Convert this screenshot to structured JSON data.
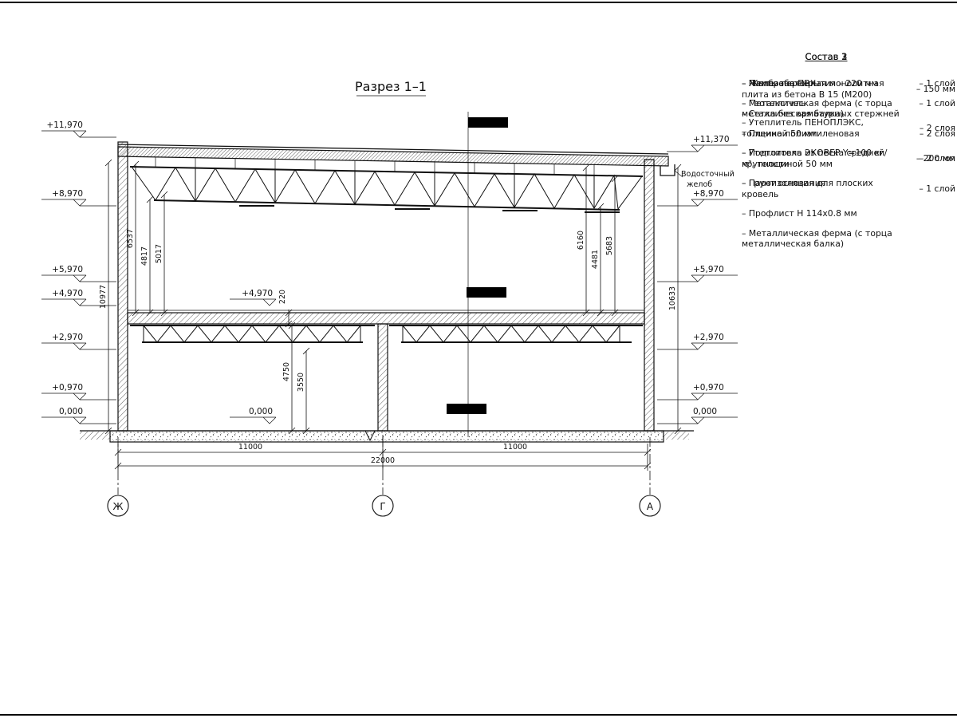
{
  "title": "Разрез 1–1",
  "drawing": {
    "elev_left": [
      "+11,970",
      "+8,970",
      "+5,970",
      "+4,970",
      "+2,970",
      "+0,970",
      "0,000"
    ],
    "elev_right": [
      "+11,370",
      "+8,970",
      "+5,970",
      "+2,970",
      "+0,970",
      "0,000"
    ],
    "inner_marks": {
      "upper": "+4,970",
      "lower": "0,000"
    },
    "gutter_line1": "Водосточный",
    "gutter_line2": "желоб",
    "dims_left": [
      "6537",
      "4817",
      "5017"
    ],
    "dims_right": [
      "6160",
      "4481",
      "5683"
    ],
    "dim_slab": "220",
    "dim_mid1": "4750",
    "dim_mid2": "3550",
    "dim_outer_left": "10977",
    "dim_outer_right": "10633",
    "dim_span_left": "11000",
    "dim_span_right": "11000",
    "dim_total": "22000",
    "axis_left": "Ж",
    "axis_mid": "Г",
    "axis_right": "А"
  },
  "notes": {
    "group1": {
      "heading": "Состав 1",
      "items": [
        {
          "text": "Железобетонная  монолитная плита из бетона В 15 (М200)",
          "value": "– 150 мм"
        },
        {
          "text": "Сетка без арматурных стержней",
          "value": ""
        },
        {
          "text": "Пленка полиэтиленовая",
          "value": "– 2 слоя"
        },
        {
          "text": "Подготовка из песка средней крупности",
          "value": "– 200 мм"
        },
        {
          "text": "Грунт основания",
          "value": ""
        }
      ]
    },
    "group2": {
      "heading": "Состав 2",
      "items": [
        {
          "text": "Плиты перекрытия – 220 мм",
          "value": ""
        },
        {
          "text": "Металлическая ферма (с торца металлическая балка)",
          "value": ""
        }
      ]
    },
    "group3": {
      "heading": "Состав 3",
      "items": [
        {
          "text": "Мембрана ПВХ",
          "value": "– 1 слой"
        },
        {
          "text": "Геотекстиль",
          "value": "– 1 слой"
        },
        {
          "text": "Утеплитель ПЕНОПЛЭКС, толщиной 50 мм",
          "value": "– 2 слоя"
        },
        {
          "text": "Утеплитель ЭКОВЕР Y=100 кг/м³, толщиной 50 мм",
          "value": "– 2 слоя"
        },
        {
          "text": "Пароизоляция для плоских кровель",
          "value": "– 1 слой"
        },
        {
          "text": "Профлист Н 114х0.8 мм",
          "value": ""
        },
        {
          "text": "Металлическая ферма (с торца металлическая балка)",
          "value": ""
        }
      ]
    }
  }
}
